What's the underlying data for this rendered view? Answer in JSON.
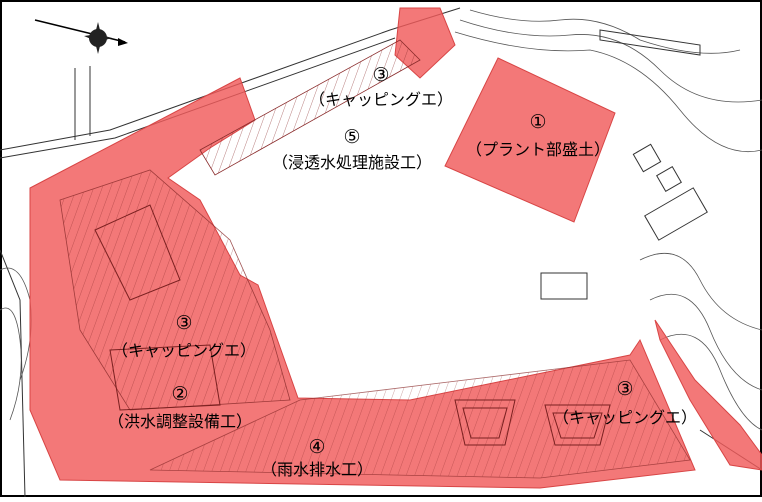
{
  "map": {
    "zone_color": "#f05a5a",
    "zones": {
      "capping_top": {
        "number": "③",
        "label": "（キャッピングエ）"
      },
      "leachate": {
        "number": "⑤",
        "label": "（浸透水処理施設工）"
      },
      "plant": {
        "number": "①",
        "label": "（プラント部盛土）"
      },
      "capping_left": {
        "number": "③",
        "label": "（キャッピングエ）"
      },
      "flood": {
        "number": "②",
        "label": "（洪水調整設備工）"
      },
      "capping_right": {
        "number": "③",
        "label": "（キャッピングエ）"
      },
      "rainwater": {
        "number": "④",
        "label": "（雨水排水工）"
      }
    },
    "compass": {
      "icon": "north-arrow-icon"
    }
  }
}
